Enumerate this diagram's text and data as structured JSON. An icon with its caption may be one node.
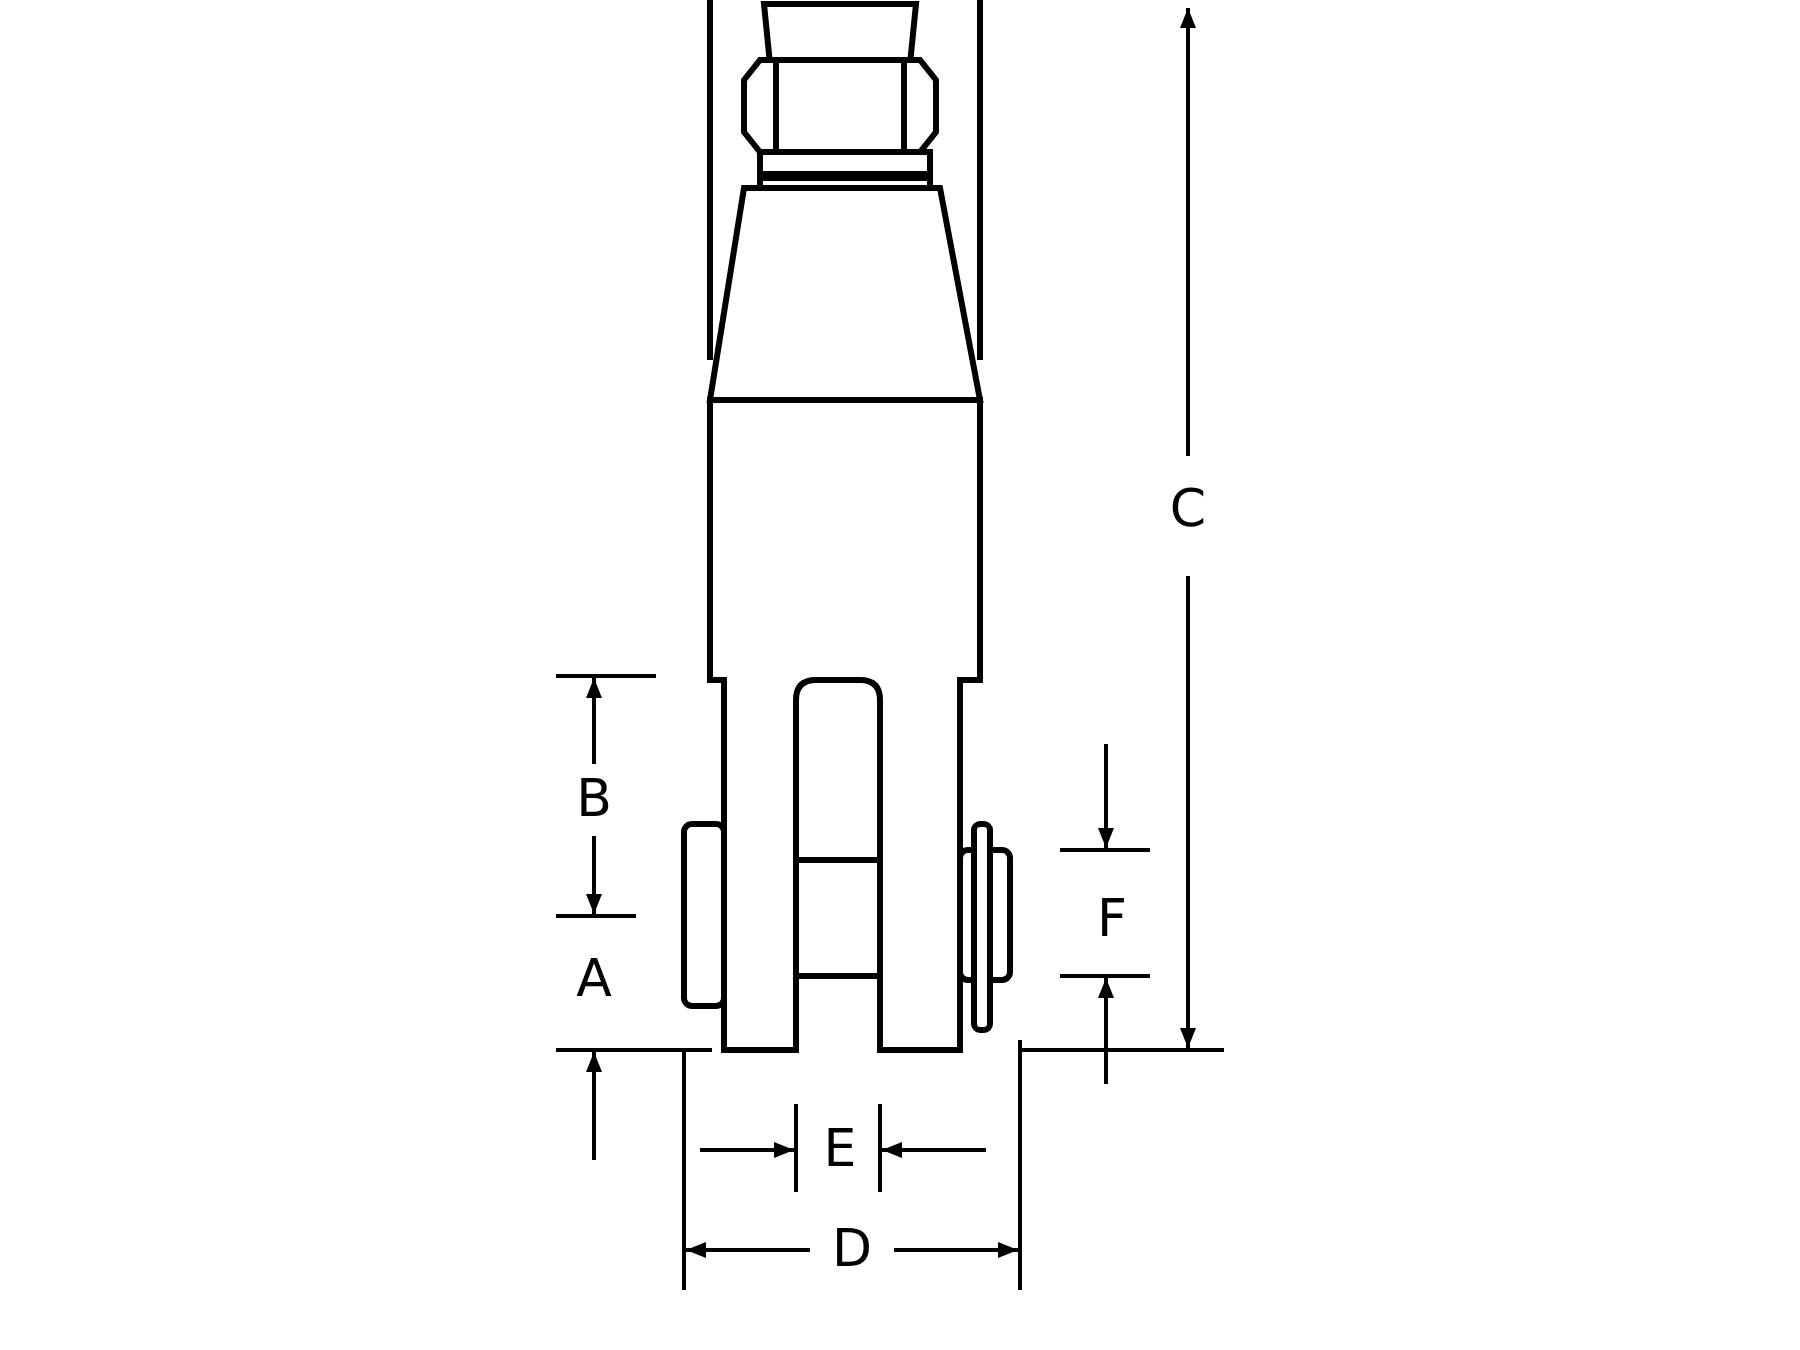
{
  "diagram": {
    "labels": [
      "C",
      "B",
      "F",
      "A",
      "E",
      "D"
    ]
  }
}
